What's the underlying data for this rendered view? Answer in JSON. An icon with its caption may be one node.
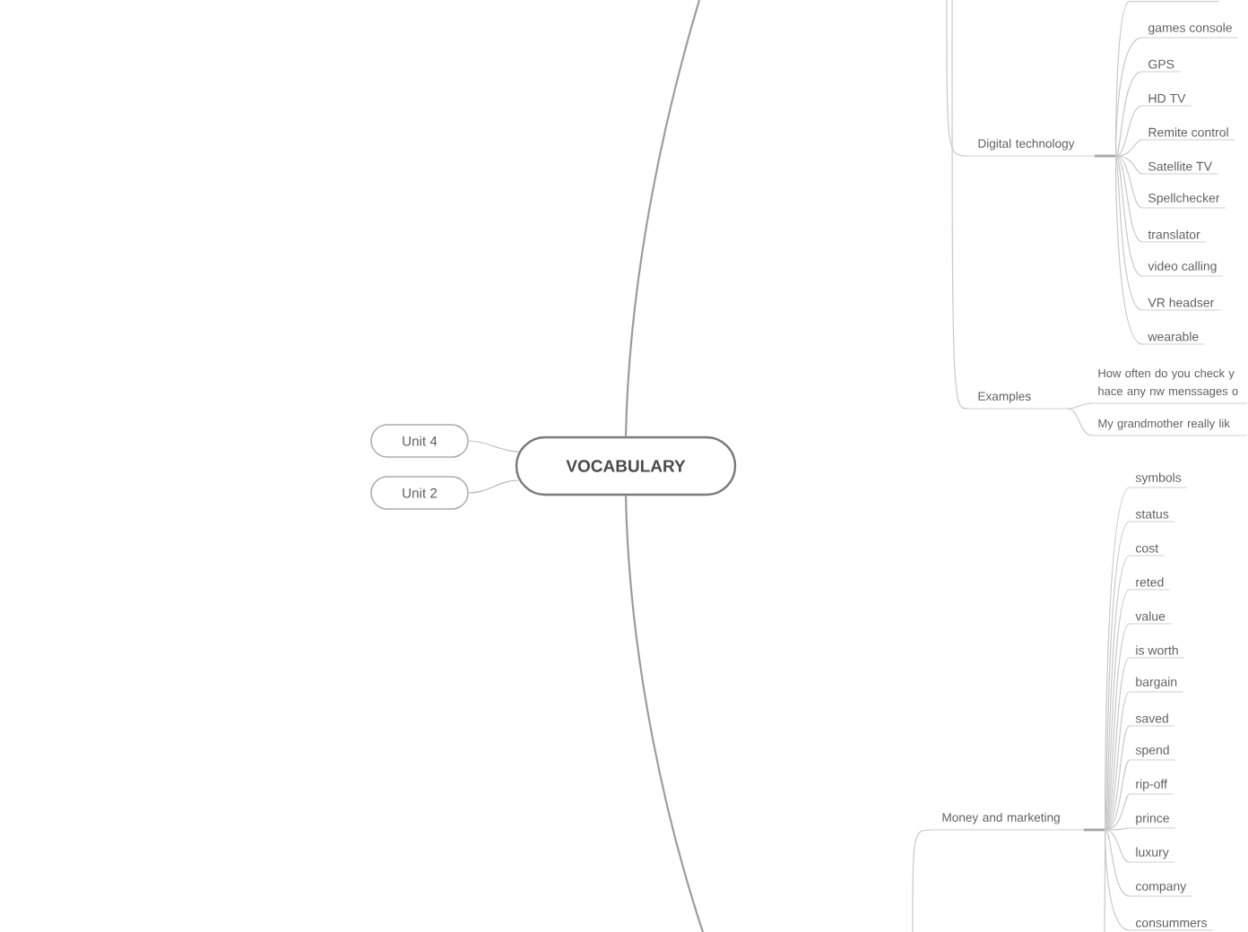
{
  "diagram": {
    "nodes": [
      {
        "text": [
          "VOCABULARY"
        ]
      },
      {
        "text": [
          "Unit 4"
        ]
      },
      {
        "text": [
          "Unit 2"
        ]
      },
      {
        "text": [
          "Digital technology"
        ]
      },
      {
        "text": [
          "games console"
        ]
      },
      {
        "text": [
          "GPS"
        ]
      },
      {
        "text": [
          "HD TV"
        ]
      },
      {
        "text": [
          "Remite control"
        ]
      },
      {
        "text": [
          "Satellite TV"
        ]
      },
      {
        "text": [
          "Spellchecker"
        ]
      },
      {
        "text": [
          "translator"
        ]
      },
      {
        "text": [
          "video calling"
        ]
      },
      {
        "text": [
          "VR headser"
        ]
      },
      {
        "text": [
          "wearable"
        ]
      },
      {
        "text": [
          "Examples"
        ]
      },
      {
        "text": [
          "How often do you check y hace any nw menssages o"
        ]
      },
      {
        "text": [
          "My grandmother really lik"
        ]
      },
      {
        "text": [
          "Money and marketing"
        ]
      },
      {
        "text": [
          "symbols"
        ]
      },
      {
        "text": [
          "status"
        ]
      },
      {
        "text": [
          "cost"
        ]
      },
      {
        "text": [
          "reted"
        ]
      },
      {
        "text": [
          "value"
        ]
      },
      {
        "text": [
          "is worth"
        ]
      },
      {
        "text": [
          "bargain"
        ]
      },
      {
        "text": [
          "saved"
        ]
      },
      {
        "text": [
          "spend"
        ]
      },
      {
        "text": [
          "rip-off"
        ]
      },
      {
        "text": [
          "prince"
        ]
      },
      {
        "text": [
          "luxury"
        ]
      },
      {
        "text": [
          "company"
        ]
      },
      {
        "text": [
          "consummers"
        ]
      }
    ],
    "edges": [
      {
        "from": 1,
        "to": 0,
        "arrow": "none",
        "color": "#b8b8b8"
      },
      {
        "from": 2,
        "to": 0,
        "arrow": "none",
        "color": "#b8b8b8"
      },
      {
        "from": 0,
        "to": null,
        "arrow": "none",
        "color": "#9c9c9c"
      },
      {
        "from": 0,
        "to": null,
        "arrow": "none",
        "color": "#9c9c9c"
      },
      {
        "from": null,
        "to": 3,
        "arrow": "none"
      },
      {
        "from": null,
        "to": 14,
        "arrow": "none"
      },
      {
        "from": 3,
        "to": null,
        "arrow": "none"
      },
      {
        "from": 3,
        "to": 4,
        "arrow": "none"
      },
      {
        "from": 3,
        "to": 5,
        "arrow": "none"
      },
      {
        "from": 3,
        "to": 6,
        "arrow": "none"
      },
      {
        "from": 3,
        "to": 7,
        "arrow": "none"
      },
      {
        "from": 3,
        "to": 8,
        "arrow": "none"
      },
      {
        "from": 3,
        "to": 9,
        "arrow": "none"
      },
      {
        "from": 3,
        "to": 10,
        "arrow": "none"
      },
      {
        "from": 3,
        "to": 11,
        "arrow": "none"
      },
      {
        "from": 3,
        "to": 12,
        "arrow": "none"
      },
      {
        "from": 3,
        "to": 13,
        "arrow": "none"
      },
      {
        "from": 14,
        "to": 15,
        "arrow": "none"
      },
      {
        "from": 14,
        "to": 16,
        "arrow": "none"
      },
      {
        "from": null,
        "to": 17,
        "arrow": "none"
      },
      {
        "from": 17,
        "to": 18,
        "arrow": "none"
      },
      {
        "from": 17,
        "to": 19,
        "arrow": "none"
      },
      {
        "from": 17,
        "to": 20,
        "arrow": "none"
      },
      {
        "from": 17,
        "to": 21,
        "arrow": "none"
      },
      {
        "from": 17,
        "to": 22,
        "arrow": "none"
      },
      {
        "from": 17,
        "to": 23,
        "arrow": "none"
      },
      {
        "from": 17,
        "to": 24,
        "arrow": "none"
      },
      {
        "from": 17,
        "to": 25,
        "arrow": "none"
      },
      {
        "from": 17,
        "to": 26,
        "arrow": "none"
      },
      {
        "from": 17,
        "to": 27,
        "arrow": "none"
      },
      {
        "from": 17,
        "to": 28,
        "arrow": "none"
      },
      {
        "from": 17,
        "to": 29,
        "arrow": "none"
      },
      {
        "from": 17,
        "to": 30,
        "arrow": "none"
      },
      {
        "from": 17,
        "to": 31,
        "arrow": "none"
      },
      {
        "from": 17,
        "to": null,
        "arrow": "none"
      }
    ]
  }
}
